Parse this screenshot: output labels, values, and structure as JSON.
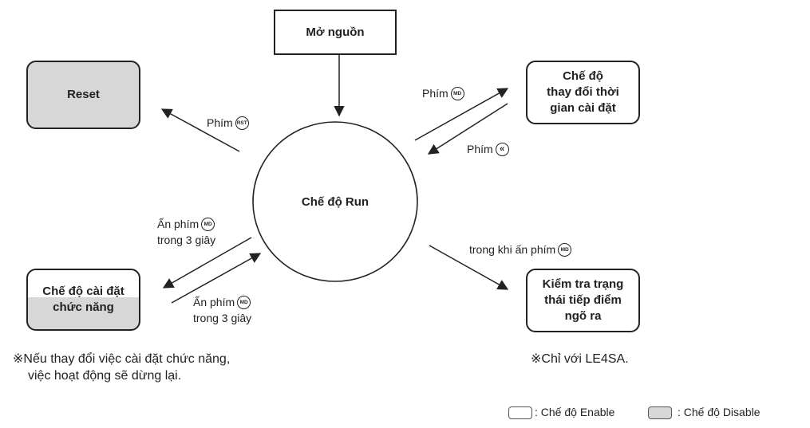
{
  "nodes": {
    "power_on": "Mở nguồn",
    "reset": "Reset",
    "run_mode": "Chế độ Run",
    "time_change": [
      "Chế độ",
      "thay đổi thời",
      "gian cài đặt"
    ],
    "function_setting": [
      "Chế độ cài đặt",
      "chức năng"
    ],
    "output_check": [
      "Kiểm tra trạng",
      "thái tiếp điểm",
      "ngõ ra"
    ]
  },
  "edges": {
    "to_reset": {
      "text": "Phím",
      "key": "RST"
    },
    "to_time_change": {
      "text": "Phím",
      "key": "MD"
    },
    "from_time_change": {
      "text": "Phím",
      "key": "«"
    },
    "to_function_setting": {
      "line1": "Ấn phím",
      "key": "MD",
      "line2": "trong 3 giây"
    },
    "from_function_setting": {
      "line1": "Ấn phím",
      "key": "MD",
      "line2": "trong 3 giây"
    },
    "to_output_check": {
      "text": "trong khi ấn phím",
      "key": "MD"
    }
  },
  "notes": {
    "function_setting_note": [
      "※Nếu thay đổi việc cài đặt chức năng,",
      "việc hoạt động sẽ dừng lại."
    ],
    "output_check_note": "※Chỉ với LE4SA."
  },
  "legend": {
    "enable": ": Chế độ Enable",
    "disable": ": Chế độ Disable"
  },
  "colors": {
    "stroke": "#222222",
    "disabled_fill": "#d7d7d7",
    "enabled_fill": "#ffffff"
  }
}
